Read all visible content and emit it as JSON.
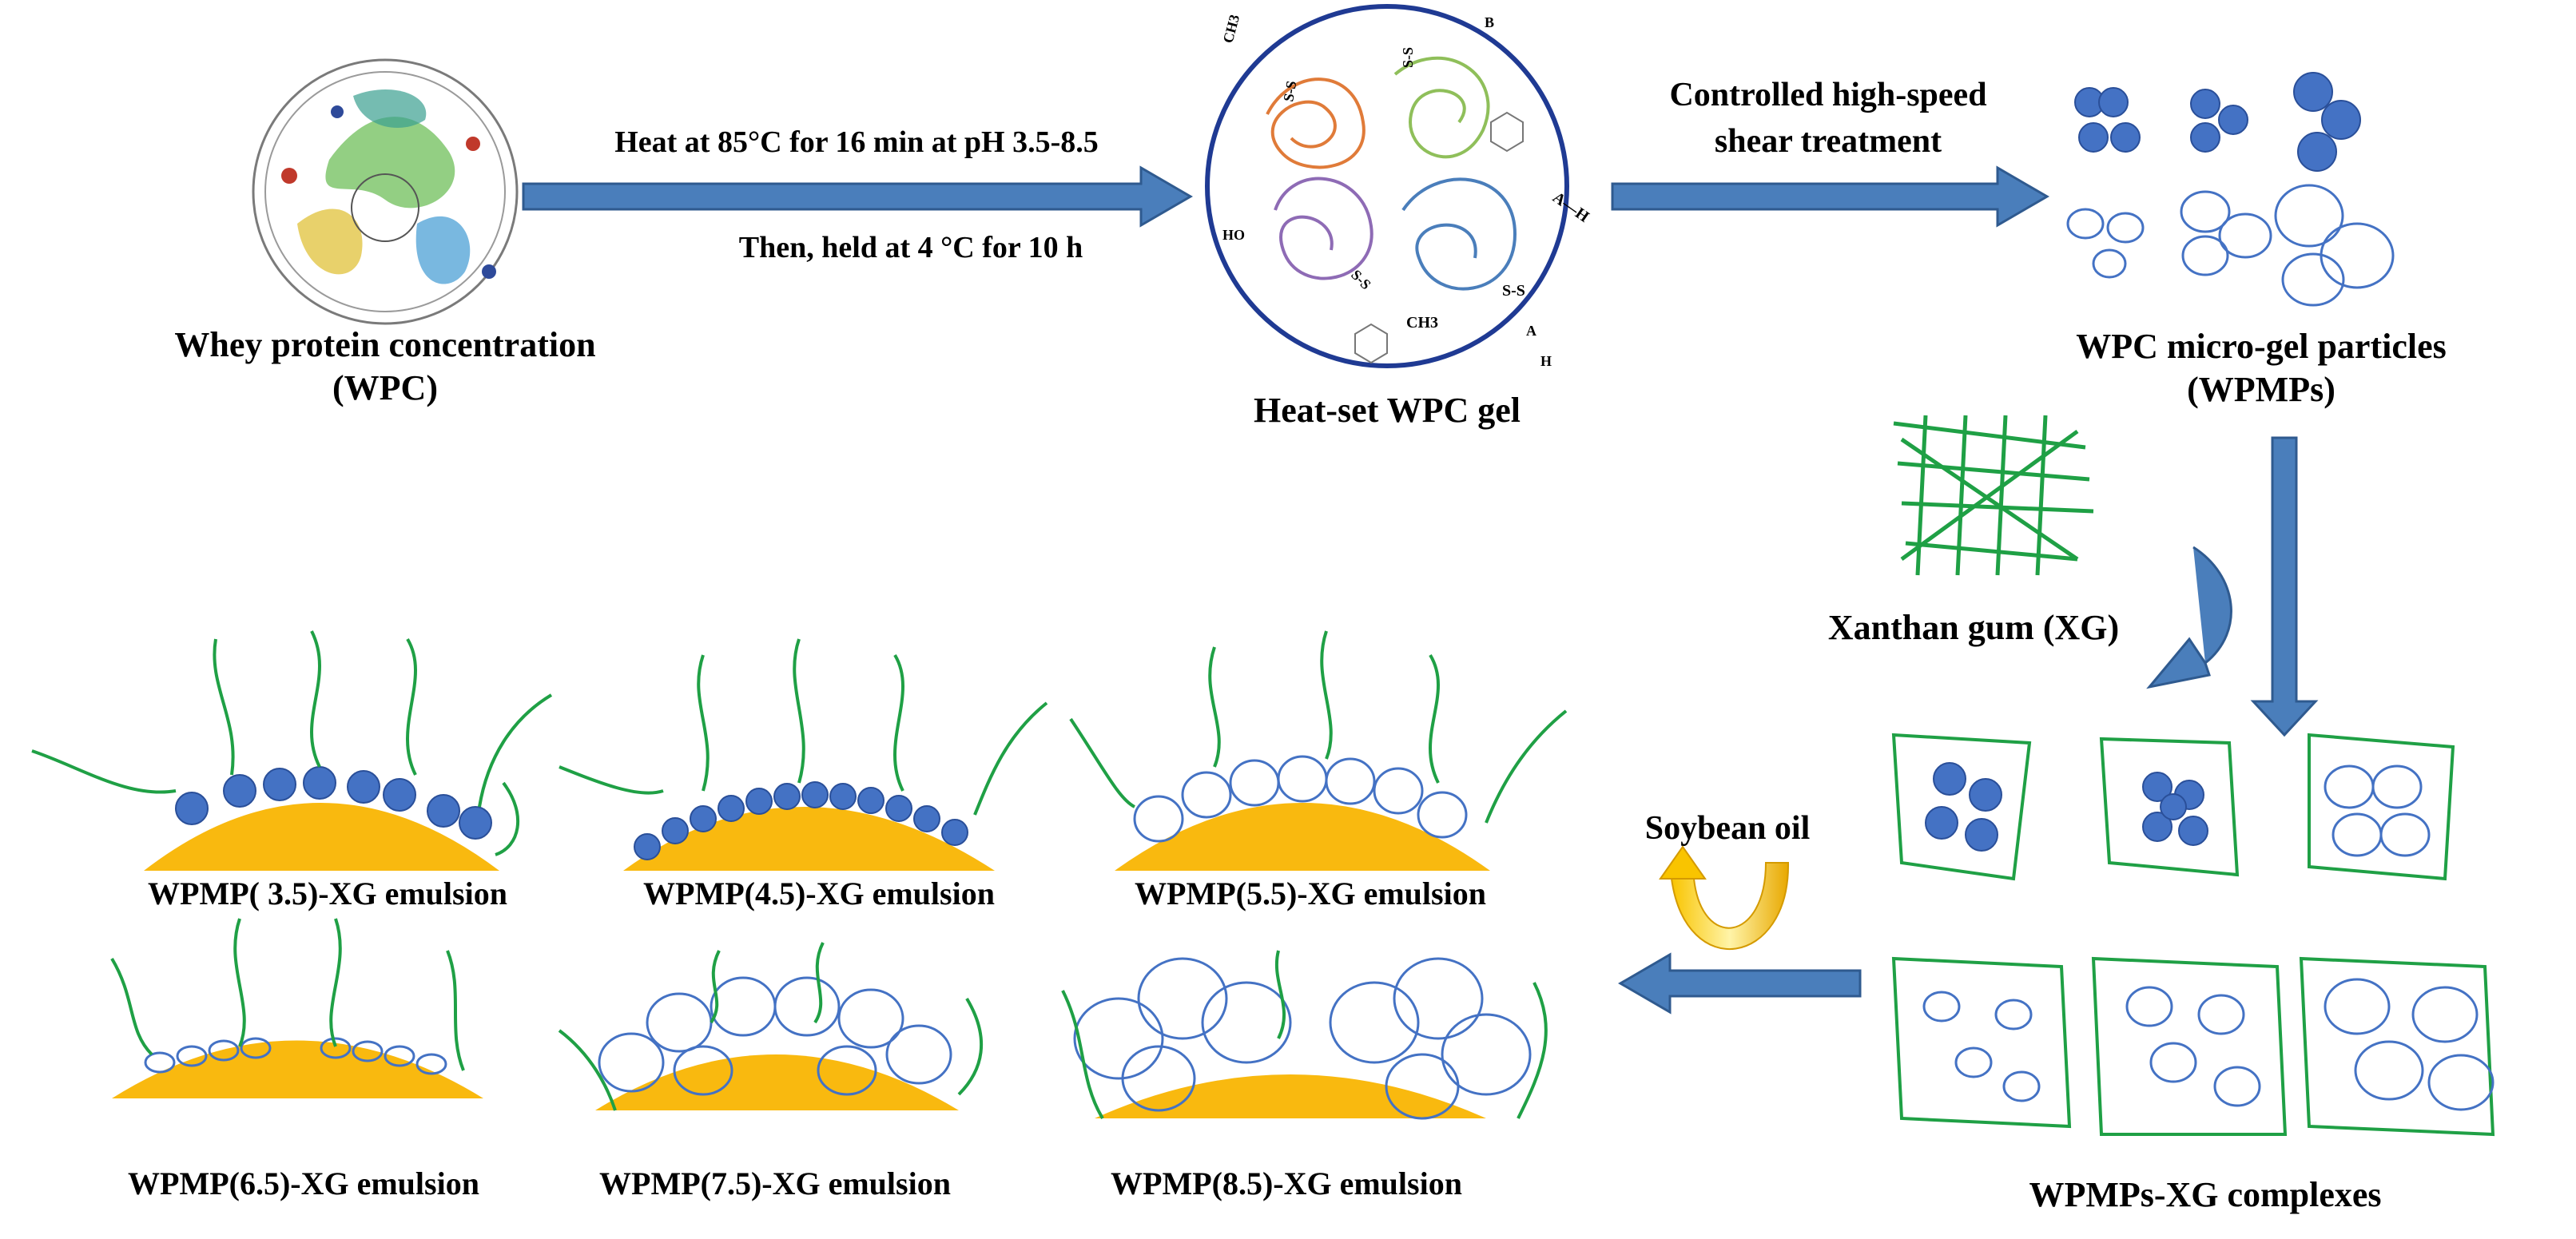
{
  "diagram": {
    "steps": {
      "wpc": {
        "line1": "Whey protein concentration",
        "line2": "(WPC)"
      },
      "heat_arrow": {
        "top": "Heat at 85°C for 16 min at pH 3.5-8.5",
        "bottom": "Then, held at 4 °C for 10 h"
      },
      "gel": {
        "label": "Heat-set WPC gel"
      },
      "shear_arrow": {
        "line1": "Controlled high-speed",
        "line2": "shear treatment"
      },
      "wpmp": {
        "line1": "WPC micro-gel particles",
        "line2": "(WPMPs)"
      },
      "xg": {
        "label": "Xanthan gum (XG)"
      },
      "complex": {
        "label": "WPMPs-XG complexes"
      },
      "oil": {
        "label": "Soybean oil"
      }
    },
    "gel_text": {
      "ch3_top": "CH3",
      "ss_1": "S-S",
      "ss_2": "S-S",
      "b": "B",
      "a_h": "A—H",
      "ho": "HO",
      "ch3_bottom": "CH3",
      "ss_3": "S-S",
      "ss_4": "S-S",
      "a_bottom": "A",
      "h_bottom": "H"
    },
    "emulsions": [
      {
        "label": "WPMP( 3.5)-XG emulsion"
      },
      {
        "label": "WPMP(4.5)-XG emulsion"
      },
      {
        "label": "WPMP(5.5)-XG emulsion"
      },
      {
        "label": "WPMP(6.5)-XG emulsion"
      },
      {
        "label": "WPMP(7.5)-XG emulsion"
      },
      {
        "label": "WPMP(8.5)-XG emulsion"
      }
    ],
    "colors": {
      "arrow_fill": "#4a7ebb",
      "arrow_stroke": "#2f5a8f",
      "particle_blue": "#4472c4",
      "xg_green": "#1fa045",
      "oil_yellow": "#f9b90f",
      "circle_border": "#1f3a93"
    }
  }
}
